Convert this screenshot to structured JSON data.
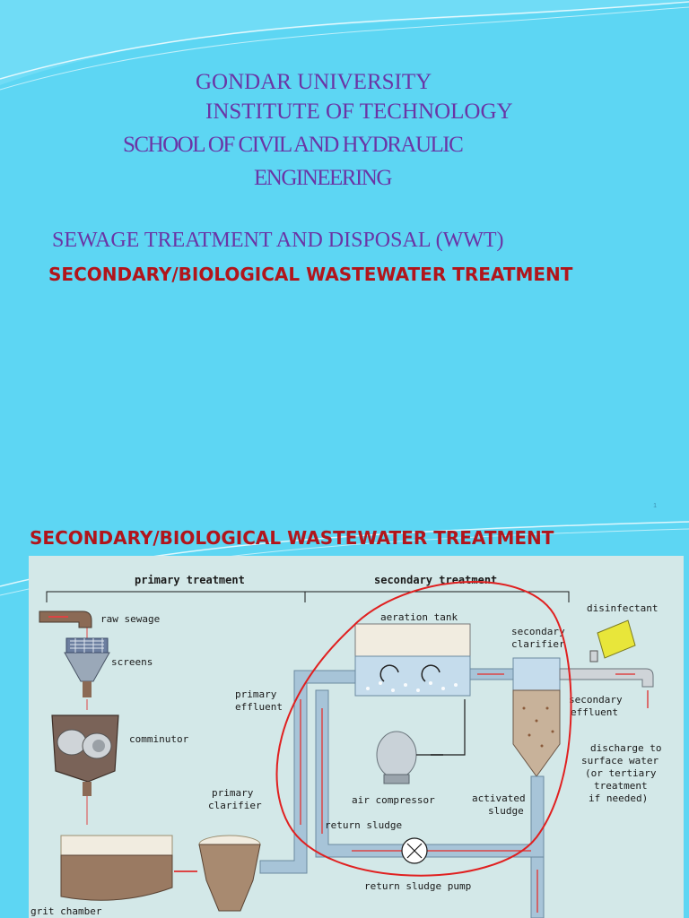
{
  "slide1": {
    "university": "GONDAR UNIVERSITY",
    "institute": "INSTITUTE OF TECHNOLOGY",
    "school_line1": "SCHOOL OF CIVIL AND HYDRAULIC",
    "school_line2": "ENGINEERING",
    "course": "SEWAGE TREATMENT AND DISPOSAL (WWT)",
    "topic": "SECONDARY/BIOLOGICAL WASTEWATER TREATMENT",
    "slide_number": "1"
  },
  "slide2": {
    "title": "SECONDARY/BIOLOGICAL WASTEWATER TREATMENT",
    "figure": {
      "primary_treatment": "primary treatment",
      "secondary_treatment": "secondary treatment",
      "raw_sewage": "raw sewage",
      "screens": "screens",
      "comminutor": "comminutor",
      "grit_chamber": "grit chamber",
      "primary_clarifier_1": "primary",
      "primary_clarifier_2": "clarifier",
      "primary_effluent_1": "primary",
      "primary_effluent_2": "effluent",
      "aeration_tank": "aeration tank",
      "air_compressor": "air compressor",
      "return_sludge": "return sludge",
      "return_sludge_pump": "return sludge pump",
      "activated_sludge_1": "activated",
      "activated_sludge_2": "sludge",
      "secondary_clarifier_1": "secondary",
      "secondary_clarifier_2": "clarifier",
      "disinfectant": "disinfectant",
      "secondary_effluent_1": "secondary",
      "secondary_effluent_2": "effluent",
      "discharge_1": "discharge to",
      "discharge_2": "surface water",
      "discharge_3": "(or tertiary",
      "discharge_4": "treatment",
      "discharge_5": "if needed)"
    }
  },
  "colors": {
    "background": "#5dd6f3",
    "title_purple": "#6a35a6",
    "title_red": "#b1151b",
    "highlight_loop": "#e02020"
  }
}
